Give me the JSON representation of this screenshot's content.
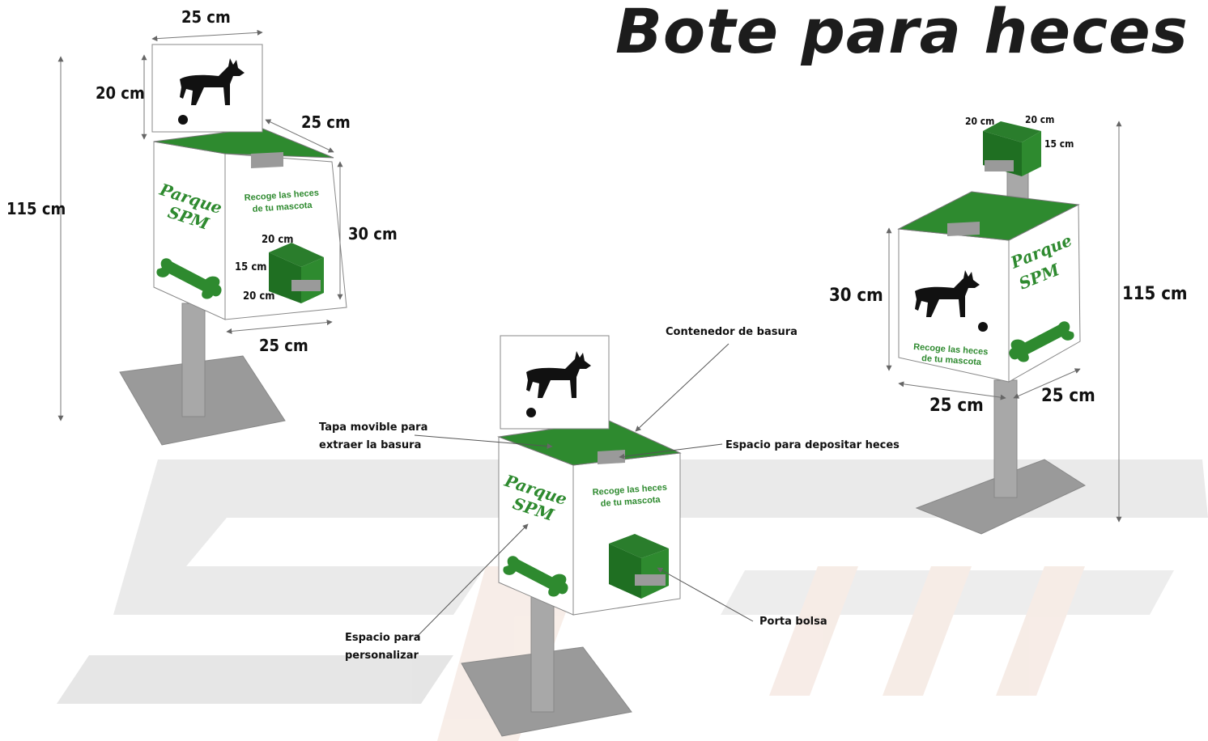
{
  "title": "Bote para heces",
  "brand": {
    "line1": "Parque",
    "line2": "SPM"
  },
  "message": {
    "line1": "Recoge las heces",
    "line2": "de tu mascota"
  },
  "colors": {
    "green": "#2e8a2f",
    "dark_green": "#1f6f22",
    "pole": "#a8a8a8",
    "base": "#9a9a9a",
    "floor": "#e6e6e6"
  },
  "left_unit": {
    "height": "115 cm",
    "sign_height": "20 cm",
    "top_width": "25 cm",
    "top_depth": "25 cm",
    "box_height": "30 cm",
    "bottom_width": "25 cm",
    "bag_w": "20 cm",
    "bag_h": "15 cm",
    "bag_d": "20 cm"
  },
  "right_unit": {
    "height": "115 cm",
    "box_height": "30 cm",
    "width": "25 cm",
    "depth": "25 cm",
    "bag_w": "20 cm",
    "bag_d": "20 cm",
    "bag_h": "15 cm"
  },
  "callouts": {
    "container": "Contenedor de basura",
    "lid_line1": "Tapa movible para",
    "lid_line2": "extraer la basura",
    "deposit": "Espacio para depositar heces",
    "bag": "Porta bolsa",
    "custom_line1": "Espacio para",
    "custom_line2": "personalizar"
  }
}
